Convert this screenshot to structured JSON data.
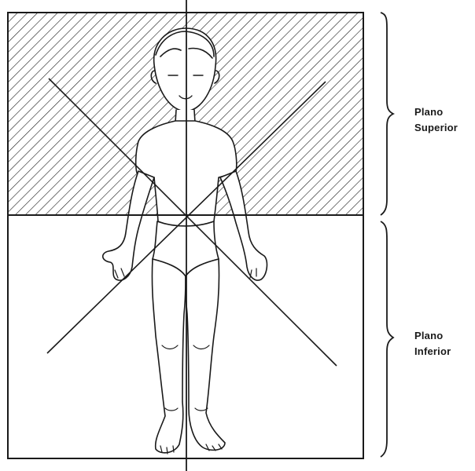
{
  "labels": {
    "upper": [
      "Plano",
      "Superior"
    ],
    "lower": [
      "Plano",
      "Inferior"
    ]
  },
  "colors": {
    "ink": "#1a1a1a",
    "background": "#ffffff"
  }
}
